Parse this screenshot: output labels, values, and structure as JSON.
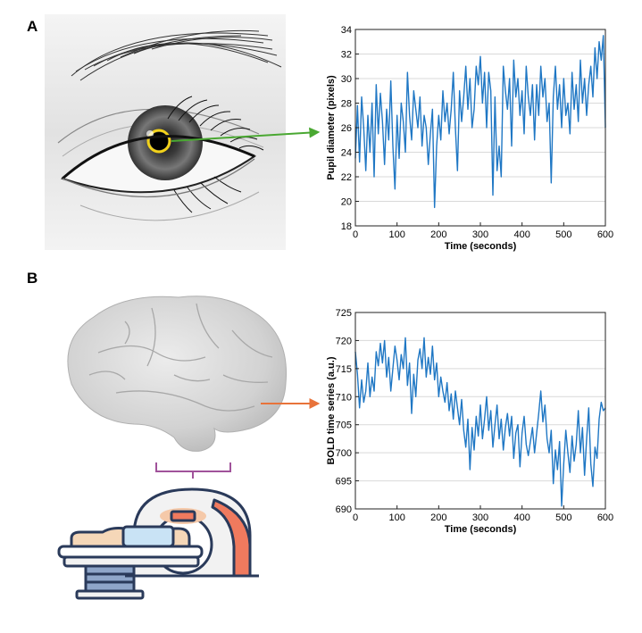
{
  "panels": {
    "a_label": "A",
    "b_label": "B"
  },
  "illustrations": {
    "eye_icon": "eye-illustration",
    "brain_icon": "brain-illustration",
    "scanner_icon": "mri-scanner-illustration",
    "pupil_marker_color": "#f2d21b",
    "arrow_a_color": "#4aa832",
    "arrow_b_color": "#e8733a",
    "bracket_color": "#a0529a"
  },
  "chart_data": [
    {
      "type": "line",
      "xlabel": "Time (seconds)",
      "ylabel": "Pupil diameter (pixels)",
      "xlim": [
        0,
        600
      ],
      "ylim": [
        18,
        34
      ],
      "xticks": [
        0,
        100,
        200,
        300,
        400,
        500,
        600
      ],
      "yticks": [
        18,
        20,
        22,
        24,
        26,
        28,
        30,
        32,
        34
      ],
      "grid": "horizontal",
      "color": "#1f77c4",
      "series": [
        {
          "x": [
            0,
            5,
            10,
            15,
            20,
            25,
            30,
            35,
            40,
            45,
            50,
            55,
            60,
            65,
            70,
            75,
            80,
            85,
            90,
            95,
            100,
            105,
            110,
            115,
            120,
            125,
            130,
            135,
            140,
            145,
            150,
            155,
            160,
            165,
            170,
            175,
            180,
            185,
            190,
            195,
            200,
            205,
            210,
            215,
            220,
            225,
            230,
            235,
            240,
            245,
            250,
            255,
            260,
            265,
            270,
            275,
            280,
            285,
            290,
            295,
            300,
            305,
            310,
            315,
            320,
            325,
            330,
            335,
            340,
            345,
            350,
            355,
            360,
            365,
            370,
            375,
            380,
            385,
            390,
            395,
            400,
            405,
            410,
            415,
            420,
            425,
            430,
            435,
            440,
            445,
            450,
            455,
            460,
            465,
            470,
            475,
            480,
            485,
            490,
            495,
            500,
            505,
            510,
            515,
            520,
            525,
            530,
            535,
            540,
            545,
            550,
            555,
            560,
            565,
            570,
            575,
            580,
            585,
            590,
            595,
            600
          ],
          "y": [
            23.5,
            27.8,
            23.2,
            28.5,
            26.0,
            22.5,
            27.0,
            24.0,
            28.0,
            22.0,
            29.5,
            25.5,
            28.8,
            26.5,
            23.0,
            27.5,
            25.0,
            29.8,
            24.5,
            21.0,
            27.0,
            23.5,
            28.0,
            26.5,
            24.0,
            30.5,
            27.0,
            25.0,
            29.0,
            27.5,
            26.0,
            28.5,
            24.5,
            27.0,
            26.0,
            23.0,
            25.5,
            27.5,
            19.5,
            24.5,
            27.0,
            25.0,
            29.0,
            26.5,
            28.0,
            25.5,
            27.5,
            30.5,
            26.0,
            22.5,
            29.0,
            26.5,
            28.5,
            31.0,
            27.5,
            30.0,
            26.0,
            27.5,
            31.0,
            29.5,
            31.8,
            28.0,
            30.5,
            26.0,
            30.5,
            29.0,
            20.5,
            28.5,
            22.5,
            24.5,
            22.0,
            31.0,
            29.0,
            27.5,
            30.0,
            24.5,
            31.5,
            28.5,
            30.0,
            27.0,
            29.0,
            25.5,
            31.0,
            28.5,
            27.0,
            29.5,
            25.0,
            29.5,
            27.0,
            31.0,
            28.5,
            30.0,
            26.5,
            28.0,
            21.5,
            28.5,
            31.0,
            27.5,
            29.5,
            26.0,
            30.0,
            27.0,
            28.0,
            25.5,
            30.5,
            27.5,
            29.5,
            26.5,
            31.5,
            28.0,
            30.0,
            27.0,
            29.5,
            31.0,
            28.5,
            32.5,
            30.0,
            33.0,
            31.5,
            33.5,
            26.0
          ]
        }
      ]
    },
    {
      "type": "line",
      "xlabel": "Time (seconds)",
      "ylabel": "BOLD time series (a.u.)",
      "xlim": [
        0,
        600
      ],
      "ylim": [
        690,
        725
      ],
      "xticks": [
        0,
        100,
        200,
        300,
        400,
        500,
        600
      ],
      "yticks": [
        690,
        695,
        700,
        705,
        710,
        715,
        720,
        725
      ],
      "grid": "horizontal",
      "color": "#1f77c4",
      "series": [
        {
          "x": [
            0,
            5,
            10,
            15,
            20,
            25,
            30,
            35,
            40,
            45,
            50,
            55,
            60,
            65,
            70,
            75,
            80,
            85,
            90,
            95,
            100,
            105,
            110,
            115,
            120,
            125,
            130,
            135,
            140,
            145,
            150,
            155,
            160,
            165,
            170,
            175,
            180,
            185,
            190,
            195,
            200,
            205,
            210,
            215,
            220,
            225,
            230,
            235,
            240,
            245,
            250,
            255,
            260,
            265,
            270,
            275,
            280,
            285,
            290,
            295,
            300,
            305,
            310,
            315,
            320,
            325,
            330,
            335,
            340,
            345,
            350,
            355,
            360,
            365,
            370,
            375,
            380,
            385,
            390,
            395,
            400,
            405,
            410,
            415,
            420,
            425,
            430,
            435,
            440,
            445,
            450,
            455,
            460,
            465,
            470,
            475,
            480,
            485,
            490,
            495,
            500,
            505,
            510,
            515,
            520,
            525,
            530,
            535,
            540,
            545,
            550,
            555,
            560,
            565,
            570,
            575,
            580,
            585,
            590,
            595,
            600
          ],
          "y": [
            718.0,
            714.0,
            708.0,
            713.0,
            709.0,
            711.0,
            716.0,
            710.0,
            713.5,
            711.0,
            718.0,
            715.5,
            719.5,
            716.0,
            720.0,
            713.5,
            717.0,
            711.0,
            715.0,
            719.0,
            716.5,
            713.0,
            717.5,
            715.0,
            720.5,
            712.0,
            716.0,
            707.0,
            714.0,
            710.0,
            716.5,
            718.5,
            715.0,
            720.5,
            713.5,
            717.0,
            714.0,
            719.0,
            713.0,
            716.0,
            710.0,
            713.5,
            711.0,
            709.0,
            712.5,
            707.5,
            710.5,
            706.0,
            711.0,
            708.0,
            705.0,
            709.5,
            704.0,
            701.0,
            706.0,
            697.0,
            704.5,
            700.5,
            706.5,
            703.0,
            708.5,
            702.5,
            706.0,
            710.0,
            704.0,
            707.5,
            701.0,
            705.0,
            708.5,
            702.5,
            706.0,
            700.5,
            704.5,
            707.0,
            703.0,
            706.5,
            699.0,
            703.5,
            705.0,
            697.5,
            703.5,
            706.5,
            701.5,
            699.5,
            702.0,
            704.5,
            700.0,
            703.5,
            707.0,
            711.0,
            705.5,
            708.5,
            702.5,
            700.0,
            704.0,
            694.5,
            700.5,
            697.0,
            702.0,
            690.5,
            698.0,
            704.0,
            700.0,
            696.5,
            703.0,
            698.5,
            701.5,
            707.5,
            700.0,
            704.5,
            696.0,
            702.5,
            708.0,
            698.0,
            694.0,
            701.0,
            699.0,
            706.0,
            709.0,
            707.5,
            708.0
          ]
        }
      ]
    }
  ]
}
